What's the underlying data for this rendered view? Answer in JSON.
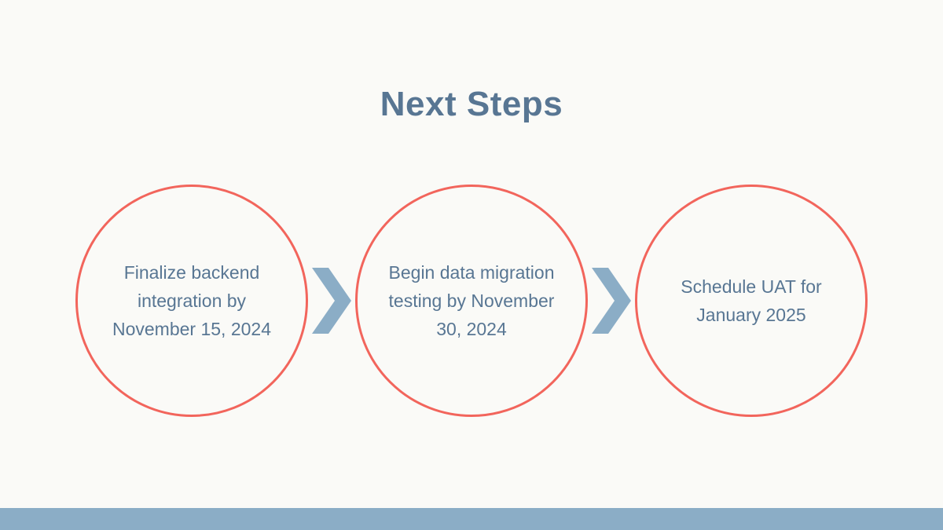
{
  "slide": {
    "title": "Next Steps",
    "steps": [
      {
        "text": "Finalize backend integration by November 15, 2024"
      },
      {
        "text": "Begin data migration testing by November 30, 2024"
      },
      {
        "text": "Schedule UAT for January 2025"
      }
    ],
    "icons": {
      "arrow": "chevron-right"
    },
    "colors": {
      "background": "#fafaf7",
      "title_text": "#587693",
      "circle_border": "#f2655c",
      "circle_text": "#587693",
      "arrow_blue": "#8badc6",
      "footer_bar": "#8badc6"
    }
  }
}
